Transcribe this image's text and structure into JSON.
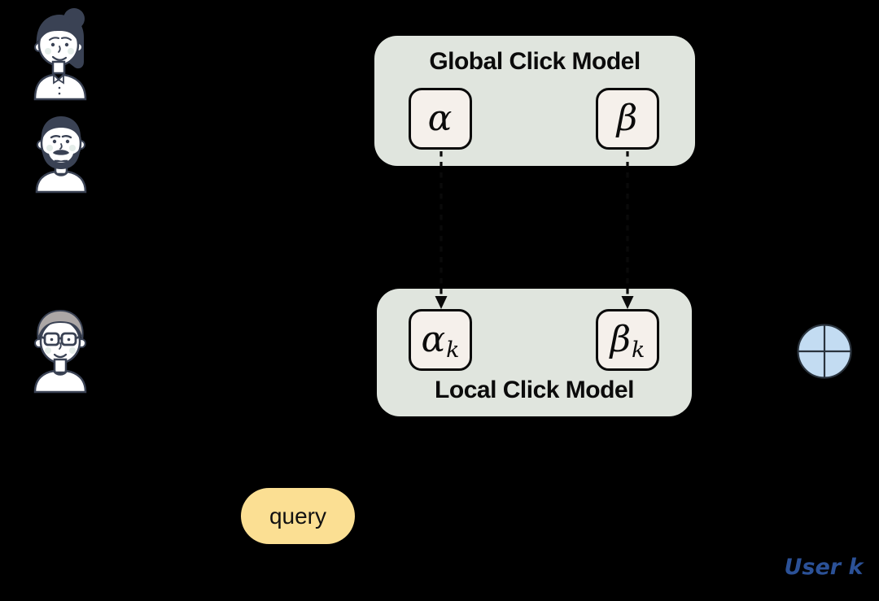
{
  "colors": {
    "background": "#000000",
    "model_box_fill": "#E0E5DE",
    "param_box_fill": "#F5F0EB",
    "outline": "#0A0A0A",
    "query_fill": "#FBDF93",
    "agg_circle_fill": "#C3DCF2",
    "agg_circle_stroke": "#2A333D",
    "user_label_color": "#2B5197",
    "avatar_line": "#3A4254",
    "avatar_hair_gray": "#ACA7A6",
    "face_fill": "#FFFFFF",
    "cheek_fill": "#E4EDE9"
  },
  "global_model": {
    "title": "Global Click Model",
    "params": [
      {
        "symbol": "α",
        "subscript": ""
      },
      {
        "symbol": "β",
        "subscript": ""
      }
    ]
  },
  "local_model": {
    "title": "Local Click Model",
    "params": [
      {
        "symbol": "α",
        "subscript": "k"
      },
      {
        "symbol": "β",
        "subscript": "k"
      }
    ]
  },
  "query_pill": {
    "label": "query"
  },
  "user_label": {
    "text": "User k"
  },
  "icons": {
    "aggregator": "circle-plus-icon",
    "users": [
      "female-user-icon",
      "bearded-male-user-icon",
      "glasses-male-user-icon"
    ],
    "connectors": [
      "dashed-arrow-alpha",
      "dashed-arrow-beta"
    ]
  }
}
